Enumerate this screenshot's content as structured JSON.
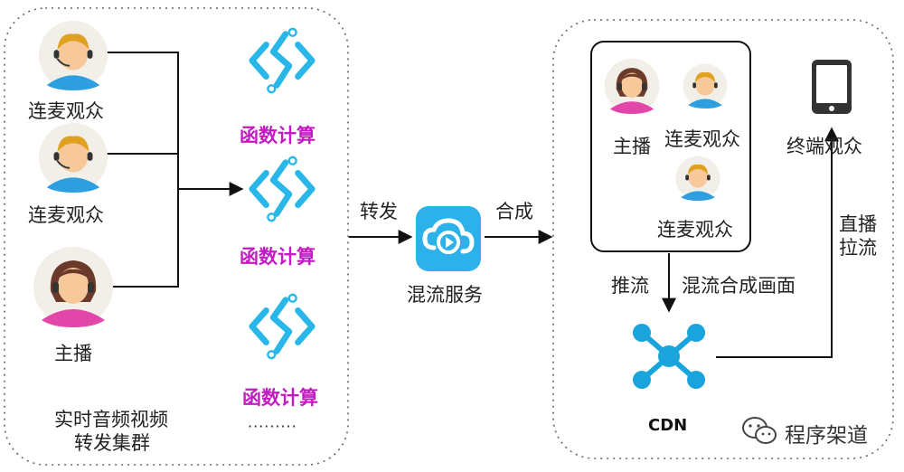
{
  "cluster": {
    "viewers": [
      "连麦观众",
      "连麦观众"
    ],
    "host": "主播",
    "caption_line1": "实时音频视频",
    "caption_line2": "转发集群",
    "functions": [
      "函数计算",
      "函数计算",
      "函数计算"
    ],
    "ellipsis": "·········"
  },
  "mix": {
    "forward_label": "转发",
    "service_label": "混流服务",
    "compose_label": "合成"
  },
  "cdn_area": {
    "host": "主播",
    "viewer_a": "连麦观众",
    "viewer_b": "连麦观众",
    "push_label": "推流",
    "mixed_label": "混流合成画面",
    "cdn_label": "CDN",
    "live_pull_line1": "直播",
    "live_pull_line2": "拉流",
    "terminal_label": "终端观众"
  },
  "watermark": {
    "text": "程序架道"
  },
  "colors": {
    "function_text": "#c41ac4",
    "icon_blue": "#29b6e8",
    "cdn_blue": "#1aa4dc"
  }
}
